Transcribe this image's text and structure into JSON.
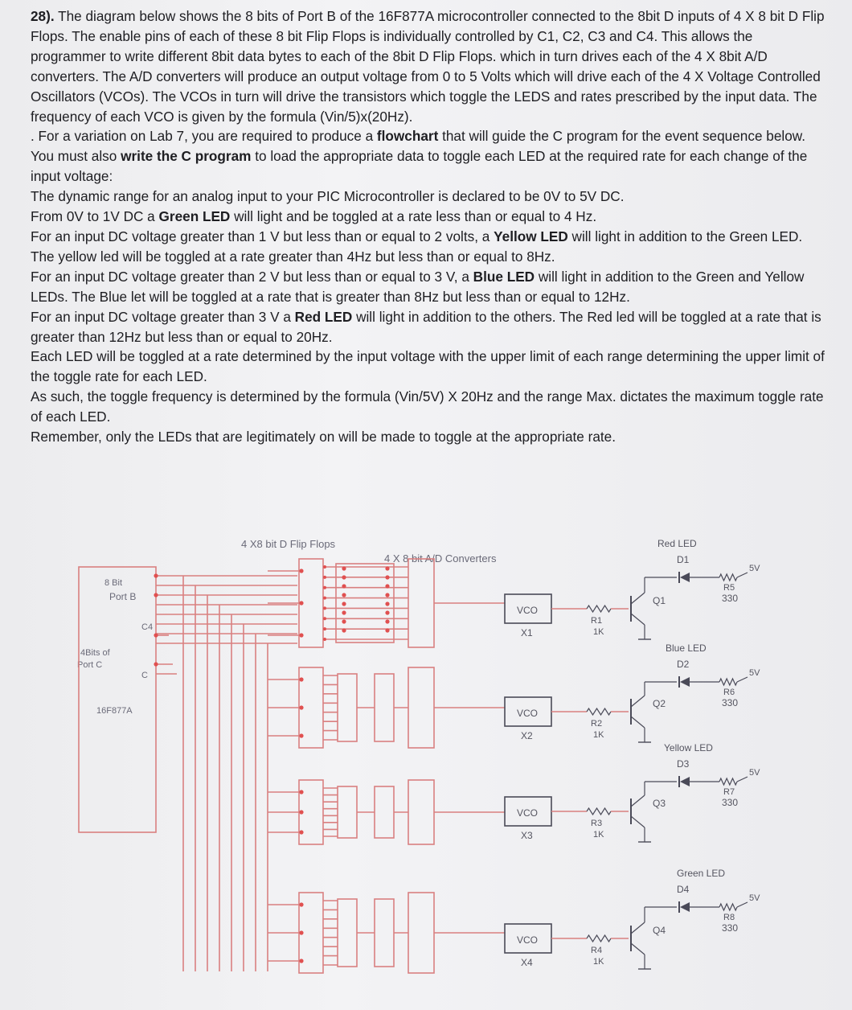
{
  "problem": {
    "number": "28).",
    "para1": " The diagram below shows the 8 bits of Port B of the 16F877A microcontroller connected to the 8bit D inputs of 4 X 8 bit D Flip Flops. The enable pins of each of these 8 bit Flip Flops is individually controlled by C1, C2, C3 and C4. This allows the programmer to write different 8bit data bytes to each of the 8bit D Flip Flops. which in turn drives each of the 4 X 8bit A/D converters. The A/D converters will produce an output voltage from 0 to 5 Volts which will drive each of the 4 X Voltage Controlled Oscillators (VCOs). The VCOs in turn will drive the transistors which toggle the LEDS and rates prescribed by the input data. The frequency of each VCO is given by the formula (Vin/5)x(20Hz).",
    "para2_a": ". For a variation on Lab 7, you are required to produce a ",
    "para2_b": "flowchart",
    "para2_c": " that will guide the C program for the event sequence below. You must also ",
    "para2_d": "write the C program",
    "para2_e": " to load the appropriate data to toggle each LED at the required rate for each change of the input voltage:",
    "line3": "The dynamic range for an analog input to your PIC Microcontroller is declared to be 0V to 5V DC.",
    "line4_a": "From 0V to 1V DC a ",
    "line4_b": "Green LED",
    "line4_c": " will light and be toggled at a rate less than or equal to 4 Hz.",
    "line5_a": "For an input DC voltage greater than 1 V but less than or equal to 2 volts, a ",
    "line5_b": "Yellow LED",
    "line5_c": " will light in addition to the Green LED. The yellow led will be toggled at a rate greater than 4Hz but less than or equal to 8Hz.",
    "line6_a": "For an input DC voltage greater than 2 V but less than or equal to 3 V, a ",
    "line6_b": "Blue LED",
    "line6_c": " will light in addition to the Green and Yellow LEDs. The Blue let will be toggled at a rate that is greater than 8Hz but less than or equal to 12Hz.",
    "line7_a": "For an input DC voltage greater than 3 V a ",
    "line7_b": "Red LED",
    "line7_c": " will light in addition to the others. The Red led will be toggled at a rate that is greater than 12Hz but less than or equal to 20Hz.",
    "line8": "Each LED will be toggled at a rate determined by the input voltage with the upper limit of each range determining the upper limit of the toggle rate for each LED.",
    "line9": "As such, the toggle frequency is determined by the formula (Vin/5V) X 20Hz and the range Max. dictates the maximum toggle rate of each LED.",
    "line10": "Remember, only the LEDs that are legitimately on will be made to toggle at the appropriate rate."
  },
  "diagram": {
    "flipflops_label": "4 X8 bit D Flip Flops",
    "adc_label": "4 X 8 bit A/D Converters",
    "port_b_label_1": "8 Bit",
    "port_b_label_2": "Port B",
    "port_c_label_1": "4Bits of",
    "port_c_label_2": "Port C",
    "mcu_label": "16F877A",
    "c4_label": "C4",
    "c_label": "C",
    "vco_label": "VCO",
    "vcos": [
      "X1",
      "X2",
      "X3",
      "X4"
    ],
    "r_base": [
      {
        "name": "R1",
        "value": "1K"
      },
      {
        "name": "R2",
        "value": "1K"
      },
      {
        "name": "R3",
        "value": "1K"
      },
      {
        "name": "R4",
        "value": "1K"
      }
    ],
    "transistors": [
      "Q1",
      "Q2",
      "Q3",
      "Q4"
    ],
    "leds": [
      {
        "title": "Red LED",
        "diode": "D1",
        "resistor": "R5",
        "value": "330"
      },
      {
        "title": "Blue LED",
        "diode": "D2",
        "resistor": "R6",
        "value": "330"
      },
      {
        "title": "Yellow LED",
        "diode": "D3",
        "resistor": "R7",
        "value": "330"
      },
      {
        "title": "Green LED",
        "diode": "D4",
        "resistor": "R8",
        "value": "330"
      }
    ],
    "supply": "5V",
    "colors": {
      "wire": "#d98080",
      "dot": "#e05050",
      "part": "#4a4a58"
    }
  }
}
